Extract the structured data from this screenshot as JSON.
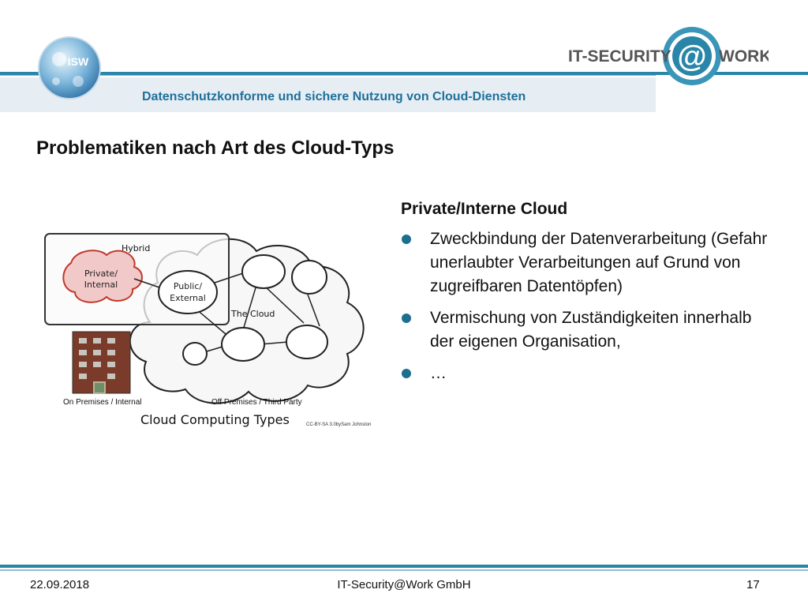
{
  "header": {
    "subtitle": "Datenschutzkonforme und sichere Nutzung von Cloud-Diensten",
    "isw_logo_text": "ISW",
    "brand_left": "IT-SECURITY",
    "brand_at": "@",
    "brand_right": "WORK"
  },
  "slide": {
    "title": "Problematiken nach Art des Cloud-Typs",
    "section_heading": "Private/Interne Cloud",
    "bullets": [
      "Zweckbindung der Datenverarbeitung (Gefahr unerlaubter Verarbeitungen auf Grund von zugreifbaren Datentöpfen)",
      "Vermischung von Zuständigkeiten innerhalb der eigenen Organisation,",
      "…"
    ]
  },
  "diagram": {
    "hybrid_label": "Hybrid",
    "private_line1": "Private/",
    "private_line2": "Internal",
    "public_line1": "Public/",
    "public_line2": "External",
    "cloud_label": "The Cloud",
    "on_premises_label": "On Premises / Internal",
    "off_premises_label": "Off Premises / Third Party",
    "caption": "Cloud Computing Types",
    "credit": "CC-BY-SA 3.0bySam Johnston"
  },
  "footer": {
    "date": "22.09.2018",
    "company": "IT-Security@Work GmbH",
    "page": "17"
  },
  "colors": {
    "accent": "#2a86a8",
    "header_text": "#1f6f9a",
    "bullet": "#1d6f8e",
    "private_cloud_fill": "#f2c9c9",
    "private_cloud_stroke": "#c0392b"
  }
}
